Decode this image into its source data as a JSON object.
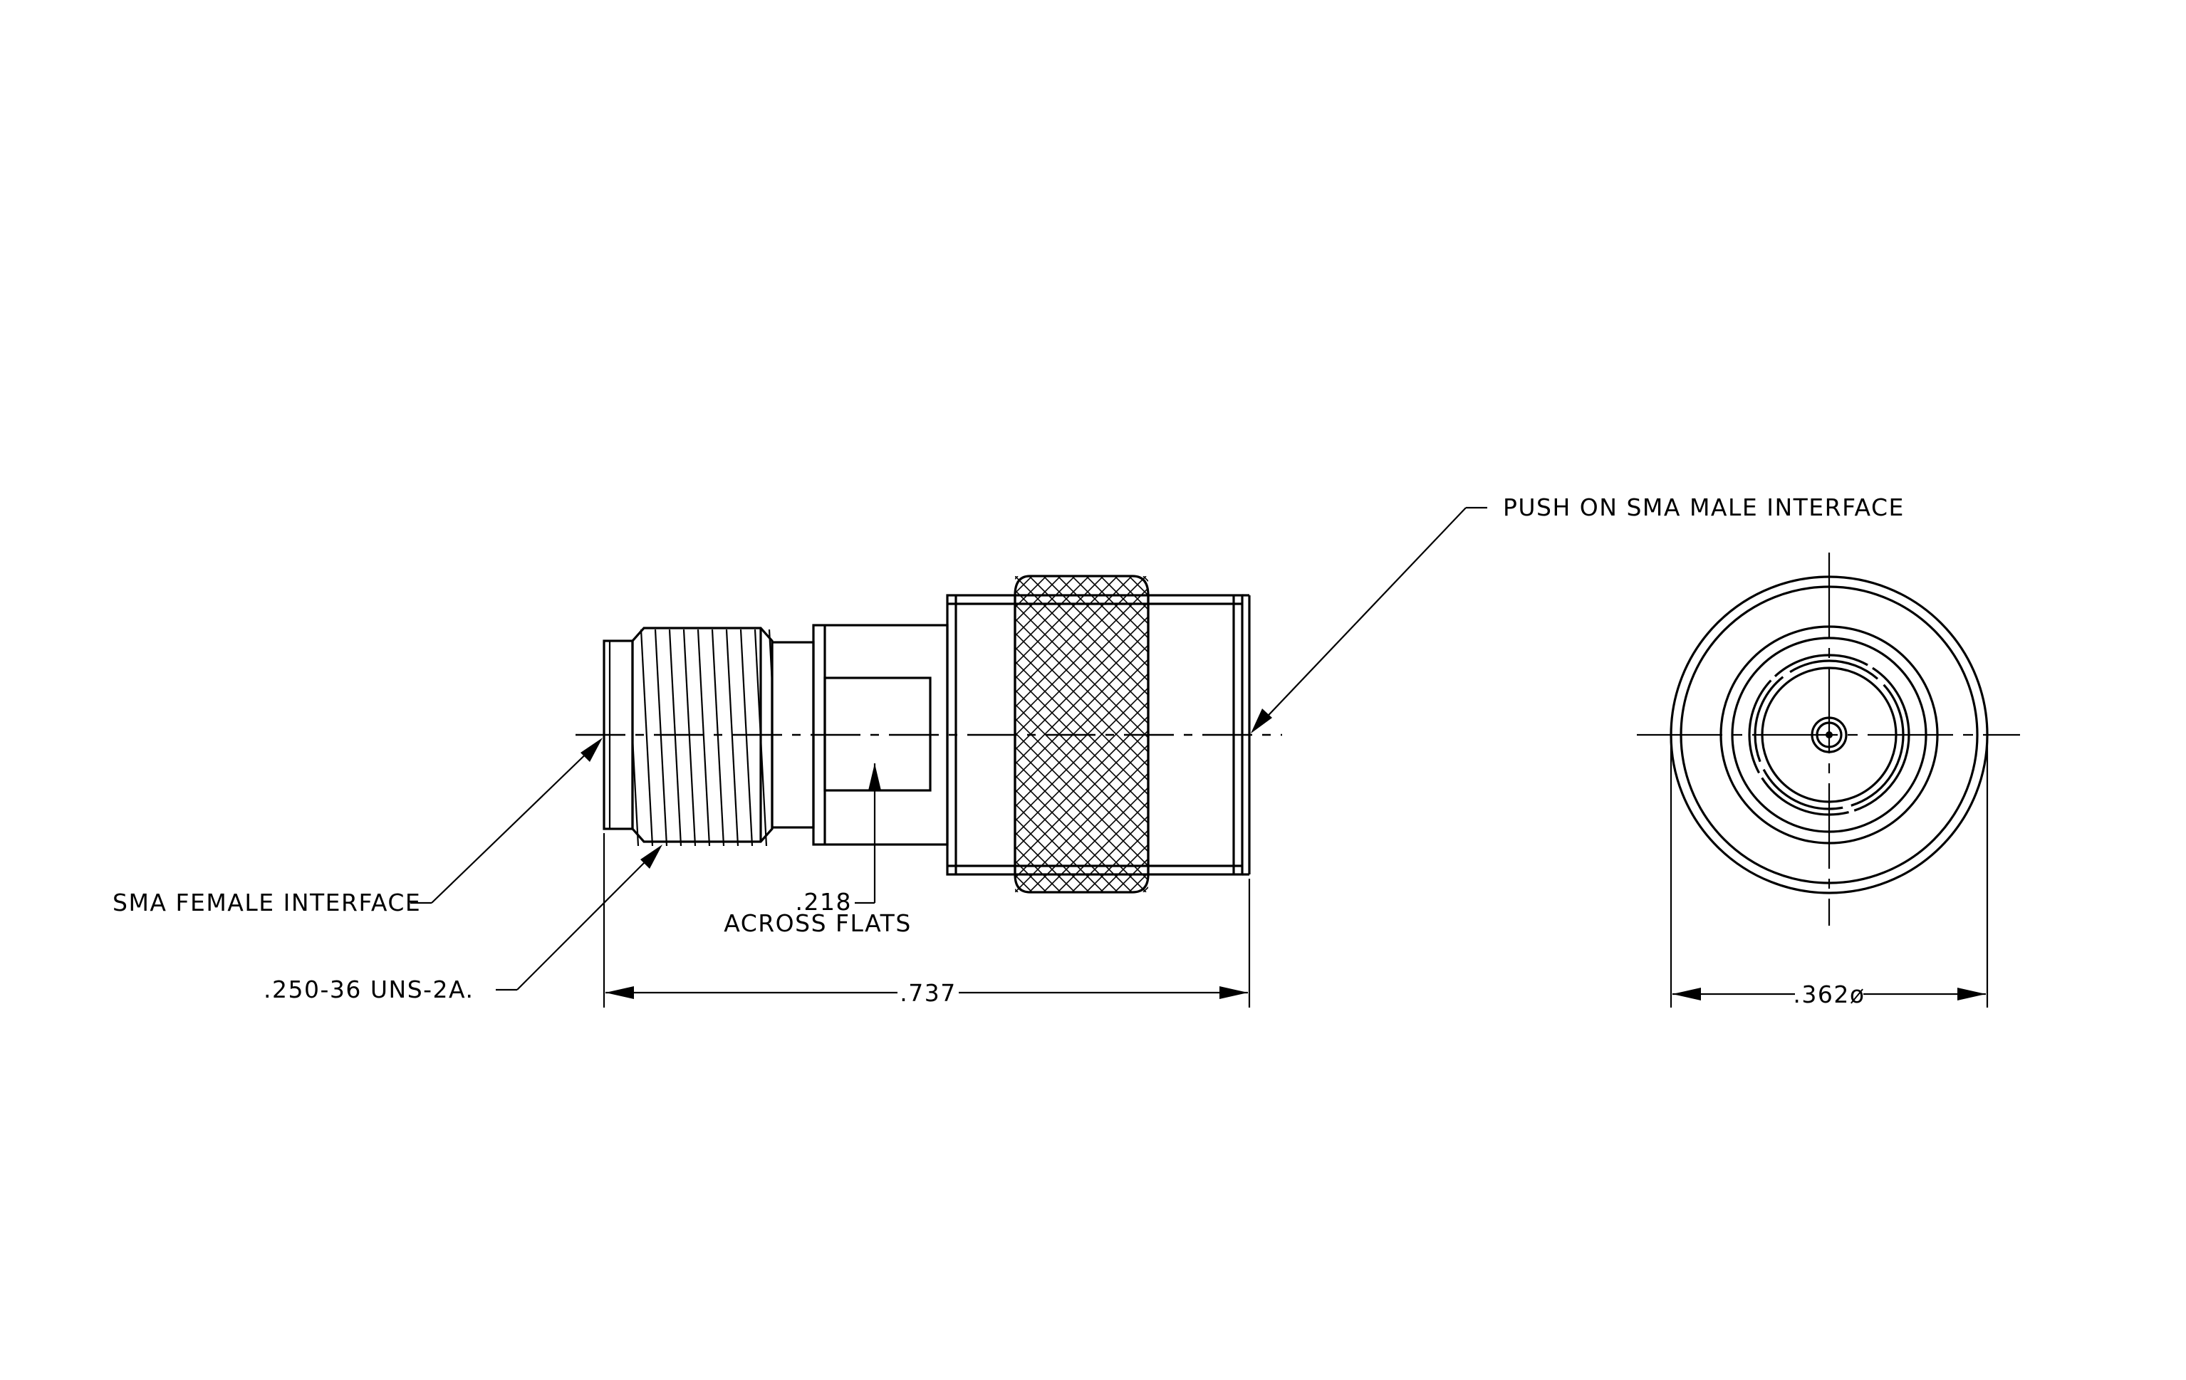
{
  "labels": {
    "push_on": "PUSH ON SMA MALE INTERFACE",
    "sma_female": "SMA FEMALE INTERFACE",
    "thread": ".250-36 UNS-2A.",
    "flats_value": ".218",
    "flats_text": "ACROSS FLATS",
    "length": ".737",
    "diameter": ".362ø"
  },
  "colors": {
    "line": "#000000",
    "background": "#ffffff"
  }
}
